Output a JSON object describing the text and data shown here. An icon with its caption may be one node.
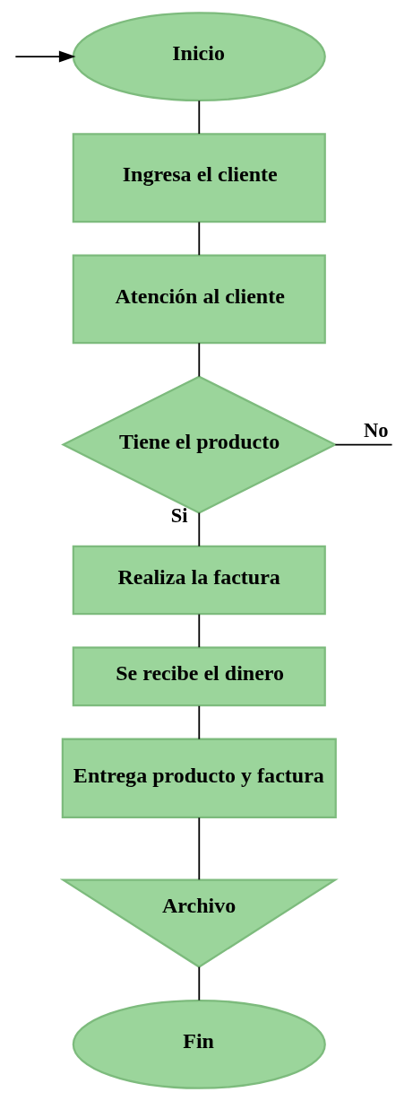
{
  "diagram": {
    "nodes": [
      {
        "text": [
          "Inicio"
        ]
      },
      {
        "text": [
          "Ingresa el cliente"
        ]
      },
      {
        "text": [
          "Atención al cliente"
        ]
      },
      {
        "text": [
          "Tiene el producto"
        ]
      },
      {
        "text": [
          "Realiza la factura"
        ]
      },
      {
        "text": [
          "Se recibe el dinero"
        ]
      },
      {
        "text": [
          "Entrega producto y factura"
        ]
      },
      {
        "text": [
          "Archivo"
        ]
      },
      {
        "text": [
          "Fin"
        ]
      }
    ],
    "edges": [
      {
        "from": null,
        "to": 0,
        "arrow": "to"
      },
      {
        "from": 0,
        "to": 1,
        "arrow": "none"
      },
      {
        "from": 1,
        "to": 2,
        "arrow": "none"
      },
      {
        "from": 2,
        "to": 3,
        "arrow": "none"
      },
      {
        "from": 3,
        "to": null,
        "arrow": "none",
        "label": "No"
      },
      {
        "from": 3,
        "to": 4,
        "arrow": "none",
        "label": "Si"
      },
      {
        "from": 4,
        "to": 5,
        "arrow": "none"
      },
      {
        "from": 5,
        "to": 6,
        "arrow": "none"
      },
      {
        "from": 6,
        "to": 7,
        "arrow": "none"
      },
      {
        "from": 7,
        "to": 8,
        "arrow": "none"
      }
    ]
  }
}
